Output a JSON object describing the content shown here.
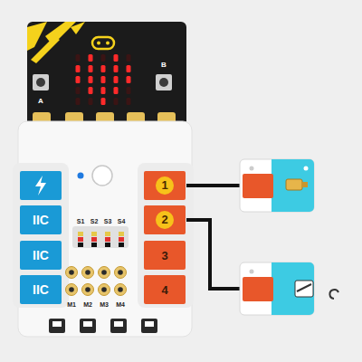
{
  "diagram": {
    "nodes": [
      {
        "text": [
          "IIC"
        ]
      },
      {
        "text": [
          "IIC"
        ]
      },
      {
        "text": [
          "IIC"
        ]
      },
      {
        "text": [
          "1"
        ]
      },
      {
        "text": [
          "2"
        ]
      },
      {
        "text": [
          "3"
        ]
      },
      {
        "text": [
          "4"
        ]
      }
    ],
    "labels": [
      "A",
      "B",
      "S1",
      "S2",
      "S3",
      "S4",
      "M1",
      "M2",
      "M3",
      "M4"
    ]
  }
}
